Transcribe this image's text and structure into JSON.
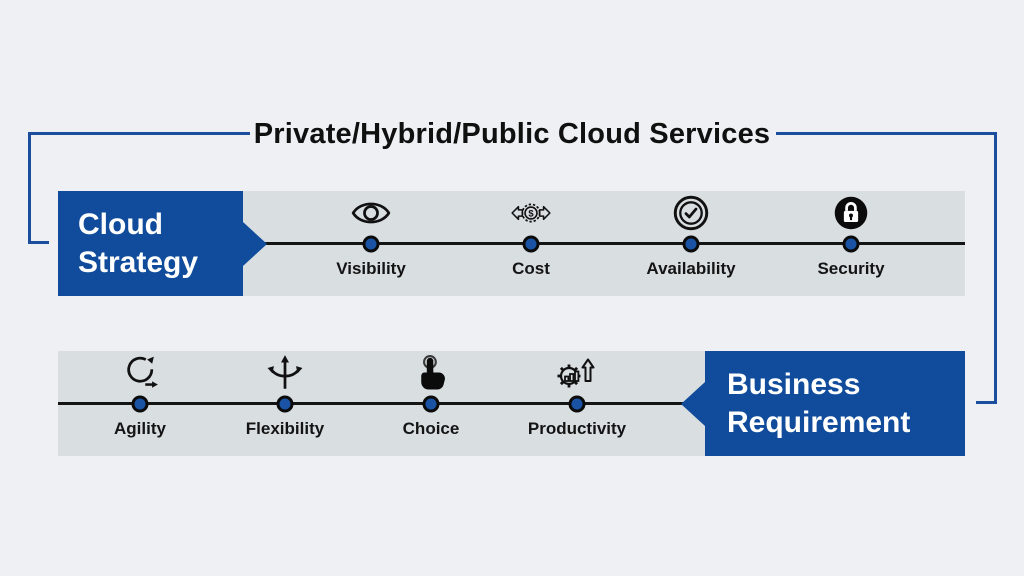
{
  "title": {
    "text": "Private/Hybrid/Public Cloud Services"
  },
  "colors": {
    "background": "#eef0f3",
    "band_gray": "#d9dee0",
    "accent_blue": "#104c9b",
    "bracket_blue": "#1b4f9d",
    "dot_blue": "#1a53a4",
    "line_black": "#141414"
  },
  "strategy_band": {
    "label": "Cloud Strategy",
    "items": [
      {
        "label": "Visibility",
        "icon": "eye-icon"
      },
      {
        "label": "Cost",
        "icon": "dollar-exchange-icon"
      },
      {
        "label": "Availability",
        "icon": "circle-check-icon"
      },
      {
        "label": "Security",
        "icon": "padlock-icon"
      }
    ]
  },
  "requirement_band": {
    "label": "Business Requirement",
    "items": [
      {
        "label": "Agility",
        "icon": "cycle-arrow-icon"
      },
      {
        "label": "Flexibility",
        "icon": "branch-arrows-icon"
      },
      {
        "label": "Choice",
        "icon": "pointing-hand-icon"
      },
      {
        "label": "Productivity",
        "icon": "gear-growth-icon"
      }
    ]
  }
}
